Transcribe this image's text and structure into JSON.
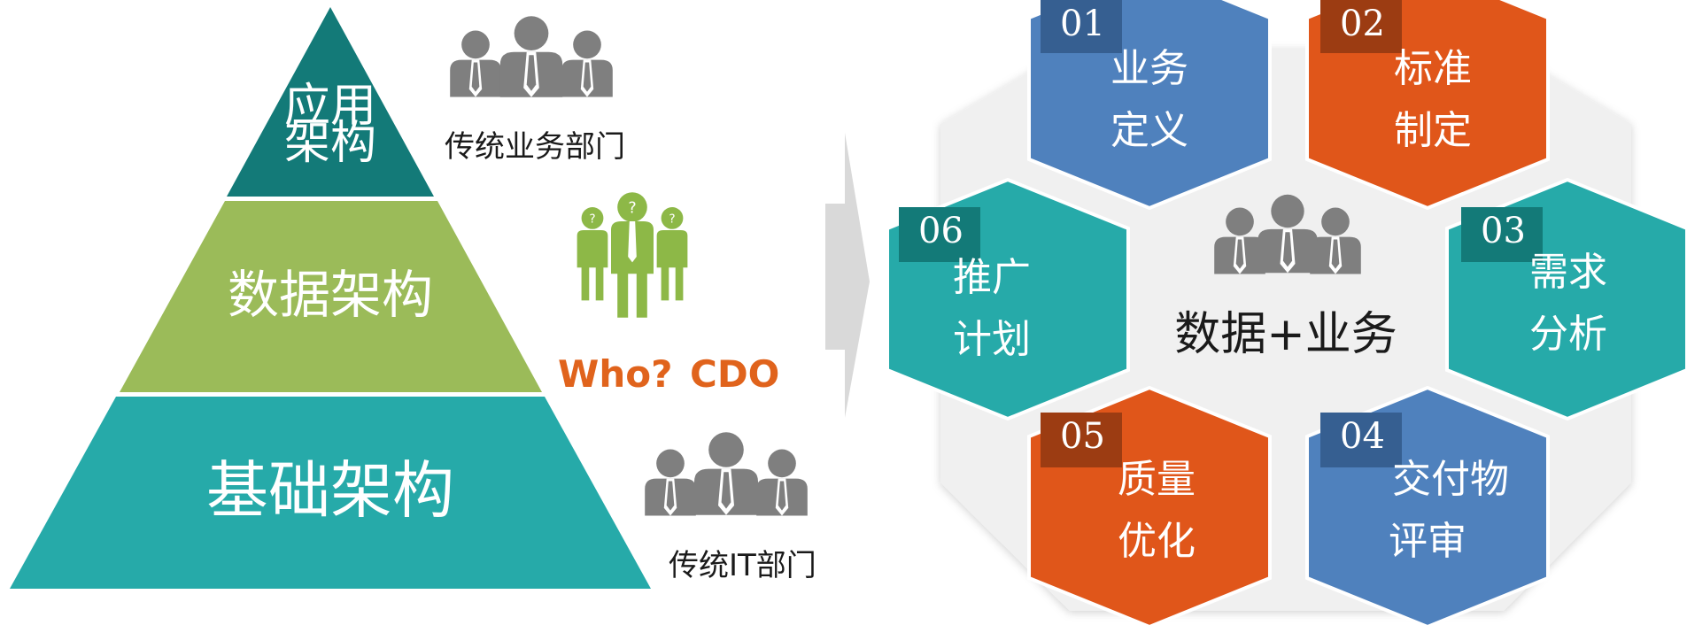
{
  "pyramid": {
    "levels": [
      {
        "line1": "应用",
        "line2": "架构",
        "color": "#137a78"
      },
      {
        "label": "数据架构",
        "color": "#9bbb59"
      },
      {
        "label": "基础架构",
        "color": "#26aaa9"
      }
    ]
  },
  "roles": {
    "business": "传统业务部门",
    "who": "Who?",
    "cdo": "CDO",
    "it": "传统IT部门"
  },
  "hub": {
    "center_label": "数据+业务",
    "cells": [
      {
        "num": "01",
        "line1": "业务",
        "line2": "定义",
        "color": "#4f81bd"
      },
      {
        "num": "02",
        "line1": "标准",
        "line2": "制定",
        "color": "#e0561a"
      },
      {
        "num": "03",
        "line1": "需求",
        "line2": "分析",
        "color": "#26aaa9"
      },
      {
        "num": "04",
        "line1": "交付物",
        "line2": "评审",
        "color": "#4f81bd"
      },
      {
        "num": "05",
        "line1": "质量",
        "line2": "优化",
        "color": "#e0561a"
      },
      {
        "num": "06",
        "line1": "推广",
        "line2": "计划",
        "color": "#26aaa9"
      }
    ]
  },
  "colors": {
    "people_gray": "#7f7f7f",
    "people_green": "#8db847",
    "accent_orange": "#e0631c",
    "hub_background": "#f0f0f0",
    "arrow": "#d9d9d9"
  }
}
